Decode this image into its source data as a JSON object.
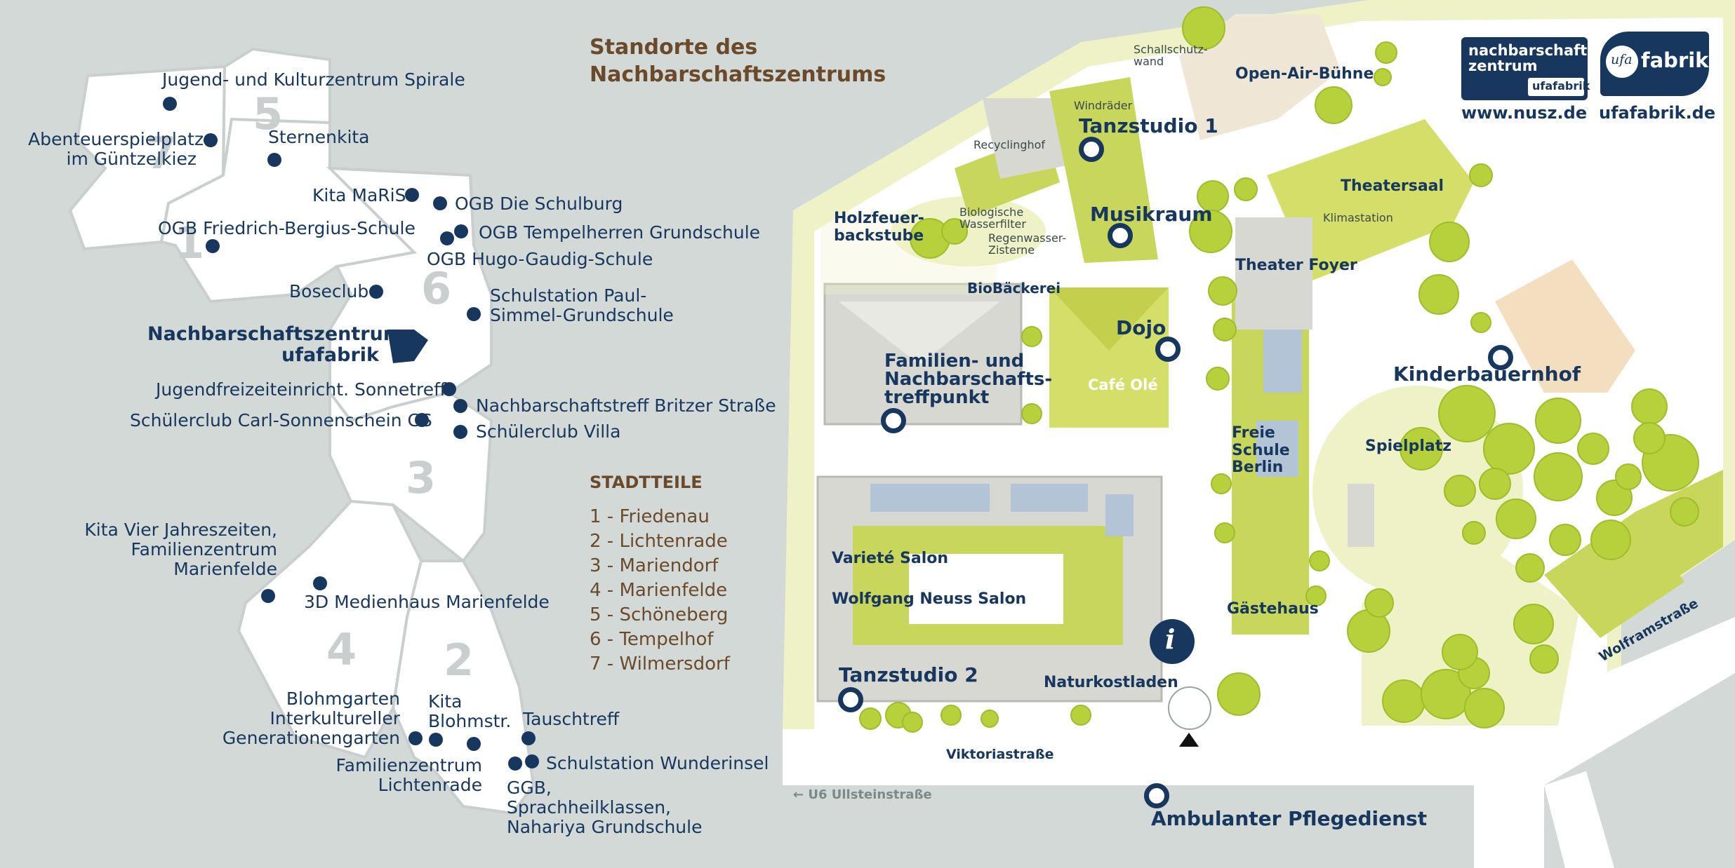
{
  "title": "Standorte des Nachbarschaftszentrums",
  "locations": [
    {
      "label": "Jugend- und Kulturzentrum Spirale"
    },
    {
      "label": "Abenteuerspielplatz im Güntzelkiez"
    },
    {
      "label": "Sternenkita"
    },
    {
      "label": "Kita MaRiS"
    },
    {
      "label": "OGB Die Schulburg"
    },
    {
      "label": "OGB Friedrich-Bergius-Schule"
    },
    {
      "label": "OGB Tempelherren Grundschule"
    },
    {
      "label": "OGB Hugo-Gaudig-Schule"
    },
    {
      "label": "Boseclub"
    },
    {
      "label": "Schulstation Paul-Simmel-Grundschule"
    },
    {
      "label": "Nachbarschaftszentrum ufafabrik"
    },
    {
      "label": "Jugendfreizeiteinricht. Sonnetreff"
    },
    {
      "label": "Nachbarschaftstreff Britzer Straße"
    },
    {
      "label": "Schülerclub Carl-Sonnenschein GS"
    },
    {
      "label": "Schülerclub Villa"
    },
    {
      "label": "Kita Vier Jahreszeiten, Familienzentrum Marienfelde"
    },
    {
      "label": "3D Medienhaus Marienfelde"
    },
    {
      "label": "Blohmgarten Interkultureller Generationengarten"
    },
    {
      "label": "Kita Blohmstr."
    },
    {
      "label": "Tauschtreff"
    },
    {
      "label": "Familienzentrum Lichtenrade"
    },
    {
      "label": "Schulstation Wunderinsel"
    },
    {
      "label": "GGB, Sprachheilklassen, Nahariya Grundschule"
    }
  ],
  "district_numbers": [
    "1",
    "2",
    "3",
    "4",
    "5",
    "6",
    "7"
  ],
  "legend": {
    "heading": "STADTTEILE",
    "items": [
      "1 - Friedenau",
      "2 - Lichtenrade",
      "3 - Mariendorf",
      "4 - Marienfelde",
      "5 - Schöneberg",
      "6 - Tempelhof",
      "7 - Wilmersdorf"
    ]
  },
  "campus": {
    "tanzstudio1": "Tanzstudio 1",
    "musikraum": "Musikraum",
    "open_air": "Open-Air-Bühne",
    "schallschutz": "Schallschutz-wand",
    "windraeder": "Windräder",
    "recyclinghof": "Recyclinghof",
    "holzfeuer": "Holzfeuer-backstube",
    "biofilter": "Biologische Wasserfilter",
    "regenwasser": "Regenwasser-Zisterne",
    "theatersaal": "Theatersaal",
    "klimastation": "Klimastation",
    "theater_foyer": "Theater Foyer",
    "biobaeckerei": "BioBäckerei",
    "dojo": "Dojo",
    "cafe": "Café Olé",
    "familien": "Familien- und Nachbarschafts-treffpunkt",
    "kinderbauernhof": "Kinderbauernhof",
    "freie_schule": "Freie Schule Berlin",
    "spielplatz": "Spielplatz",
    "variete": "Varieté Salon",
    "wolfgang": "Wolfgang Neuss Salon",
    "gaestehaus": "Gästehaus",
    "tanzstudio2": "Tanzstudio 2",
    "naturkost": "Naturkostladen",
    "info_icon": "i",
    "viktoria": "Viktoriastraße",
    "wolfram": "Wolframstraße",
    "u6": "← U6 Ullsteinstraße",
    "pflegedienst": "Ambulanter Pflegedienst"
  },
  "logos": {
    "nusz_line1": "nachbarschafts",
    "nusz_line2": "zentrum",
    "nusz_badge": "ufafabrik",
    "nusz_url": "www.nusz.de",
    "ufa_italic": "ufa",
    "ufa_bold": "fabrik",
    "ufa_url": "ufafabrik.de"
  },
  "colors": {
    "background": "#d3d9d7",
    "district_fill": "#ffffff",
    "navy": "#17375e",
    "brown": "#6b4a2b",
    "green": "#c8d65c",
    "tree": "#b7d13d"
  }
}
